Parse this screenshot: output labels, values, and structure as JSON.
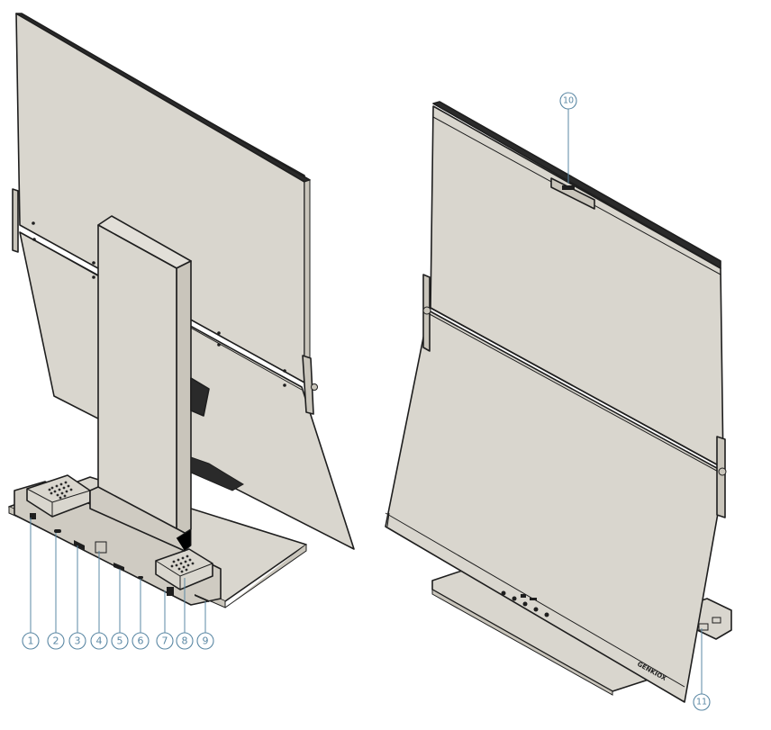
{
  "diagram": {
    "palette": {
      "panel_fill": "#d9d6ce",
      "panel_side": "#c9c5bb",
      "stroke": "#1e1e1e",
      "callout": "#5b88a4"
    },
    "callouts": [
      {
        "id": "c1",
        "label": "1"
      },
      {
        "id": "c2",
        "label": "2"
      },
      {
        "id": "c3",
        "label": "3"
      },
      {
        "id": "c4",
        "label": "4"
      },
      {
        "id": "c5",
        "label": "5"
      },
      {
        "id": "c6",
        "label": "6"
      },
      {
        "id": "c7",
        "label": "7"
      },
      {
        "id": "c8",
        "label": "8"
      },
      {
        "id": "c9",
        "label": "9"
      },
      {
        "id": "c10",
        "label": "10"
      },
      {
        "id": "c11",
        "label": "11"
      }
    ],
    "front_view_brand_mark": "GENKIOX"
  }
}
